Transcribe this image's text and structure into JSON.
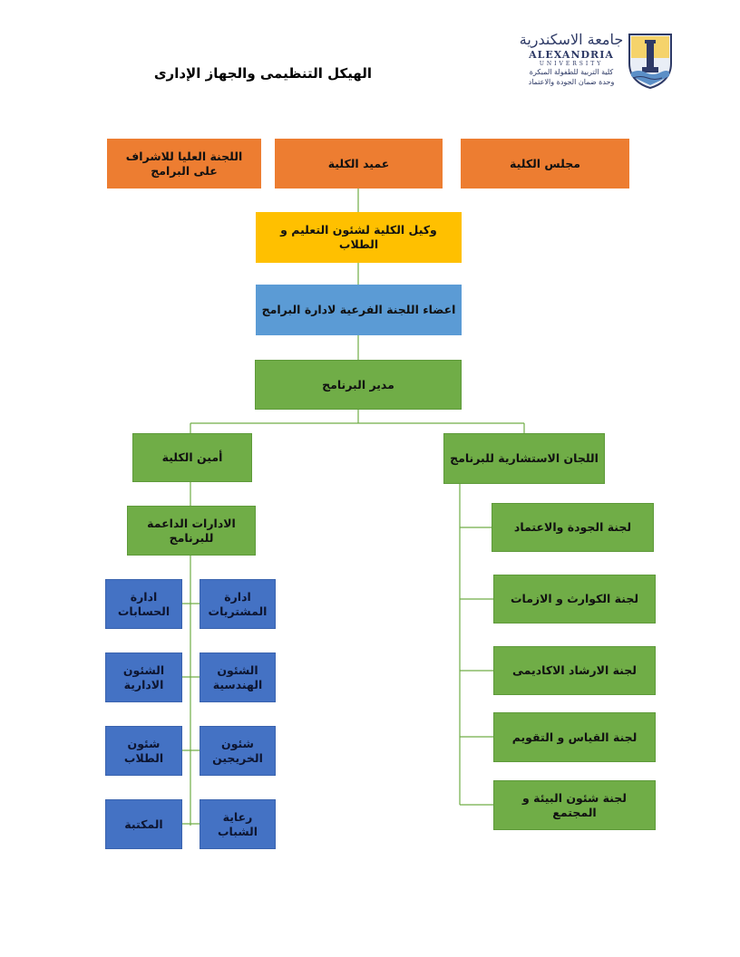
{
  "header": {
    "title": "الهيكل التنظيمى والجهاز الإدارى",
    "logo": {
      "arabic_name": "جامعة الاسكندرية",
      "english_name": "ALEXANDRIA",
      "english_sub": "UNIVERSITY",
      "arabic_line1": "كلية التربية للطفولة المبكرة",
      "arabic_line2": "وحدة ضمان الجودة والاعتماد",
      "shield_icon": "lighthouse-shield-icon"
    }
  },
  "org_chart": {
    "top_row": {
      "council": "مجلس الكلية",
      "dean": "عميد الكلية",
      "supreme_committee": "اللجنة العليا للاشراف على البرامج"
    },
    "vice_dean": "وكيل الكلية لشئون التعليم و الطلاب",
    "subcommittee": "اعضاء اللجنة الفرعية لادارة البرامج",
    "program_director": "مدير البرنامج",
    "advisory_committees": {
      "label": "اللجان الاستشارية للبرنامج",
      "items": [
        "لجنة الجودة والاعتماد",
        "لجنة الكوارث و الازمات",
        "لجنة الارشاد الاكاديمى",
        "لجنة القياس و التقويم",
        "لجنة شئون البيئة و المجتمع"
      ]
    },
    "faculty_secretary": "أمين الكلية",
    "support_departments": {
      "label": "الادارات الداعمة للبرنامج",
      "right_column": [
        "ادارة المشتريات",
        "الشئون الهندسية",
        "شئون الخريجين",
        "رعاية الشباب"
      ],
      "left_column": [
        "ادارة الحسابات",
        "الشئون الادارية",
        "شئون الطلاب",
        "المكتبة"
      ]
    }
  },
  "colors": {
    "orange": "#ed7d31",
    "yellow": "#ffc000",
    "blue": "#5b9bd5",
    "green": "#70ad47",
    "navy": "#4472c4",
    "connector": "#70ad47"
  }
}
